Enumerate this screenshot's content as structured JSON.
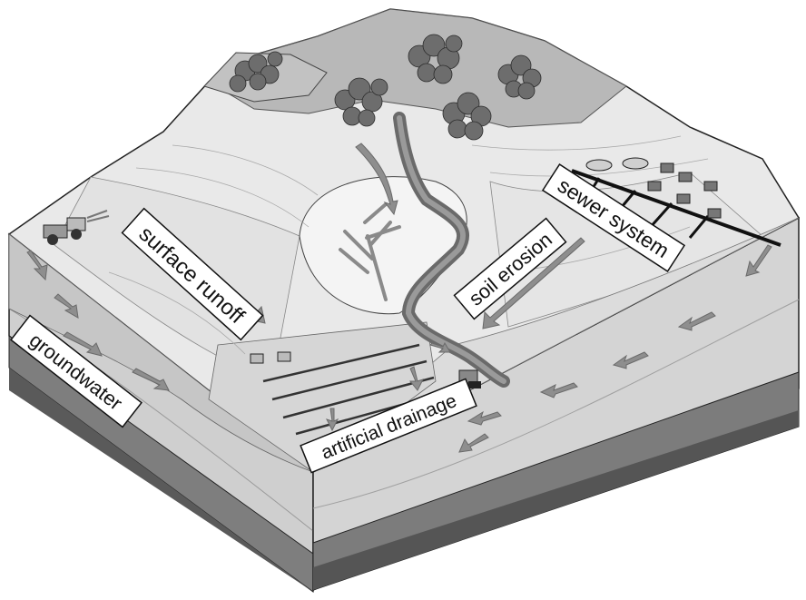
{
  "diagram": {
    "labels": {
      "surface_runoff": "surface runoff",
      "soil_erosion": "soil erosion",
      "sewer_system": "sewer system",
      "groundwater": "groundwater",
      "artificial_drainage": "artificial drainage"
    }
  }
}
